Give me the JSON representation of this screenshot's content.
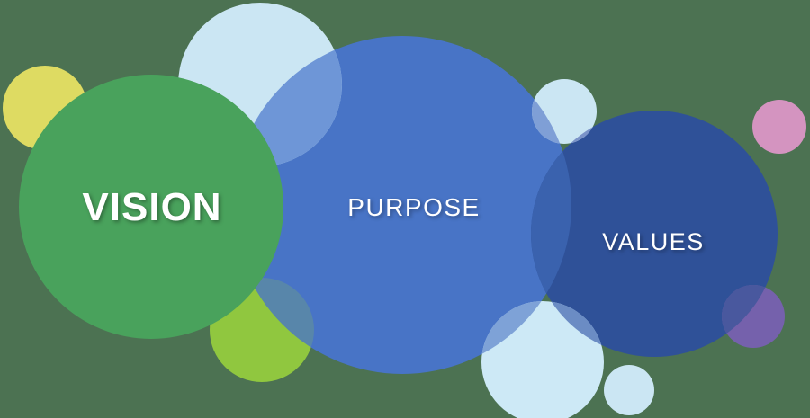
{
  "diagram": {
    "background_color": "#4C7252",
    "main_circles": [
      {
        "id": "vision",
        "label": "VISION",
        "color": "#49A25C",
        "text_color": "#FFFFFF"
      },
      {
        "id": "purpose",
        "label": "PURPOSE",
        "color": "#4874C6",
        "text_color": "#FFFFFF"
      },
      {
        "id": "values",
        "label": "VALUES",
        "color": "#2F5198",
        "text_color": "#FFFFFF"
      }
    ],
    "accent_circles": {
      "yellow": "#DEDB62",
      "lime": "#90C73F",
      "pale_blue_top": "#CBE6F3",
      "pale_blue_small": "#CBE6F3",
      "pale_blue_bottom": "#CDE9F6",
      "pale_blue_bottom_small": "#CBE6F3",
      "pink": "#D494C0",
      "purple": "#7561AC"
    },
    "overlap_colors": {
      "lime_over_blue": "#5886AA",
      "pale_top_over_blue": "#6E96D7",
      "blue_over_navy": "#3A62AE",
      "small_pale_over_blue": "#7F9FD6",
      "small_pale_over_navy": "#7B93C8",
      "bottom_pale_over_blue": "#7EA2D7",
      "bottom_pale_over_navy": "#6B8CC4",
      "purple_over_navy": "#49589E"
    }
  }
}
